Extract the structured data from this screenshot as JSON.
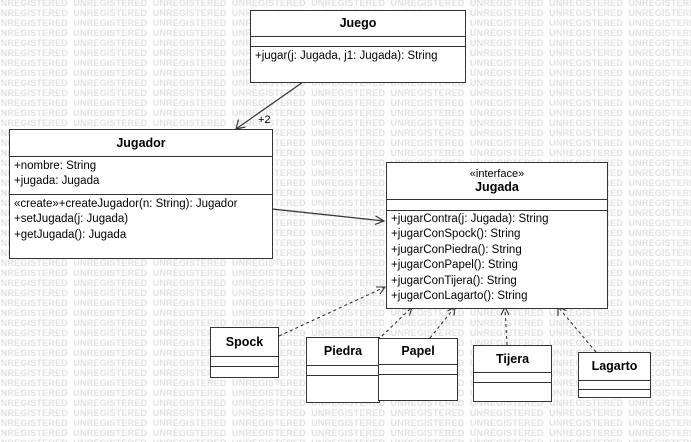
{
  "watermark": {
    "text": "UNREGISTERED"
  },
  "classes": {
    "juego": {
      "name": "Juego",
      "attributes": [],
      "operations": [
        "+jugar(j: Jugada, j1: Jugada): String"
      ]
    },
    "jugador": {
      "name": "Jugador",
      "attributes": [
        "+nombre: String",
        "+jugada: Jugada"
      ],
      "operations": [
        "«create»+createJugador(n: String): Jugador",
        "+setJugada(j: Jugada)",
        "+getJugada(): Jugada"
      ]
    },
    "jugada": {
      "stereotype": "«interface»",
      "name": "Jugada",
      "attributes": [],
      "operations": [
        "+jugarContra(j: Jugada): String",
        "+jugarConSpock(): String",
        "+jugarConPiedra(): String",
        "+jugarConPapel(): String",
        "+jugarConTijera(): String",
        "+jugarConLagarto(): String"
      ]
    },
    "spock": {
      "name": "Spock"
    },
    "piedra": {
      "name": "Piedra"
    },
    "papel": {
      "name": "Papel"
    },
    "tijera": {
      "name": "Tijera"
    },
    "lagarto": {
      "name": "Lagarto"
    }
  },
  "associations": {
    "juego_jugador": {
      "multiplicity": "+2"
    }
  },
  "colors": {
    "line": "#333333",
    "watermark": "#e1e1e1"
  }
}
